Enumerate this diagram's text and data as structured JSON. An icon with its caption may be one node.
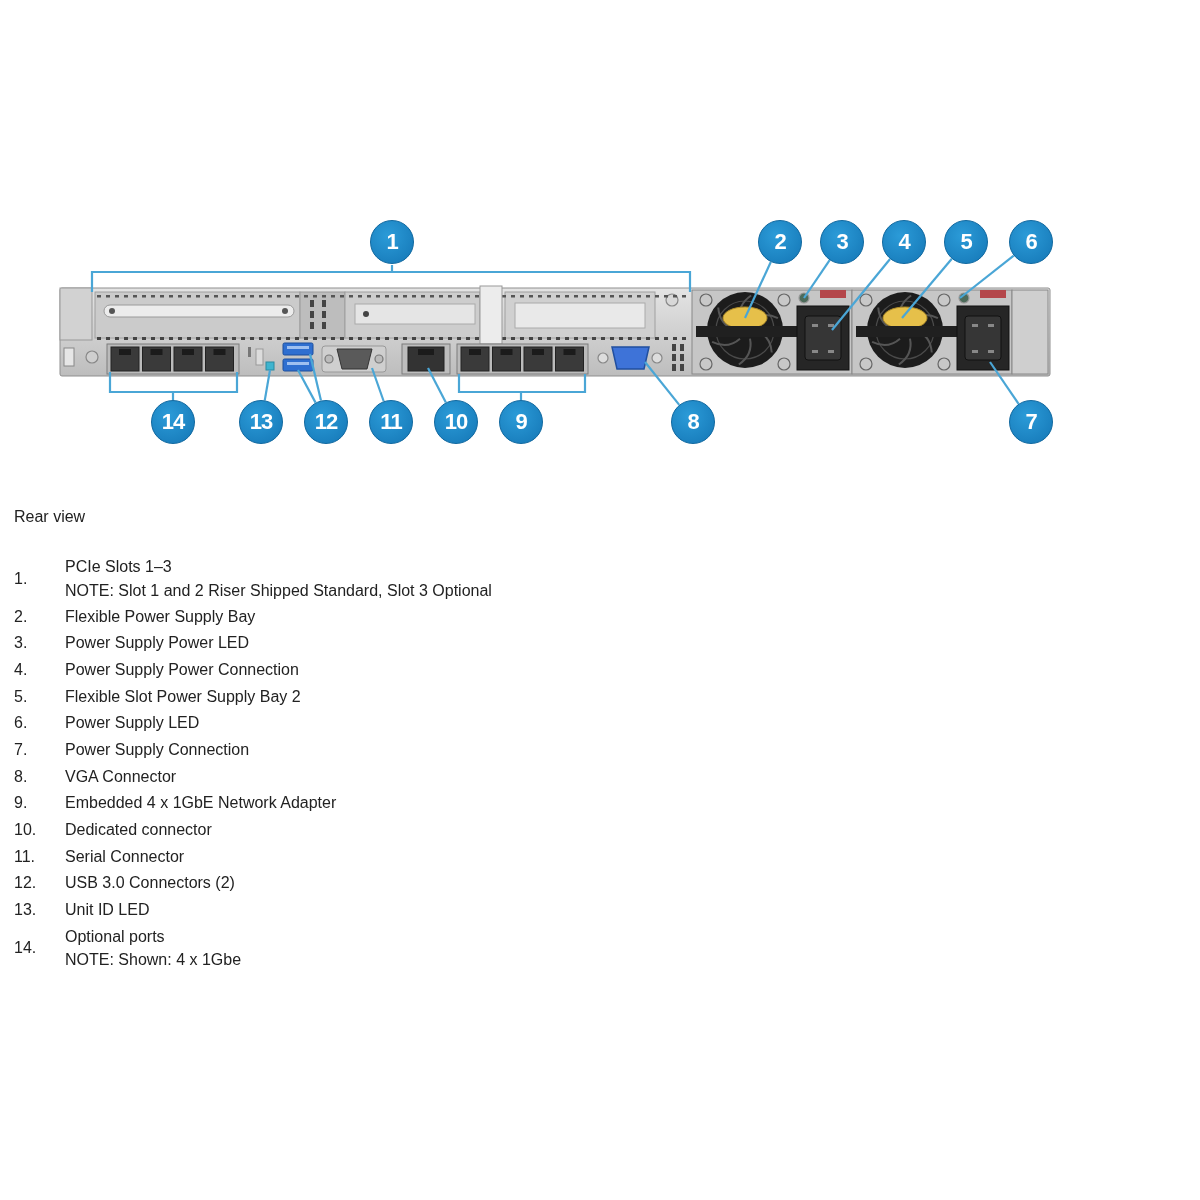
{
  "diagram": {
    "nodes": [
      {
        "text": [
          "1"
        ]
      },
      {
        "text": [
          "2"
        ]
      },
      {
        "text": [
          "3"
        ]
      },
      {
        "text": [
          "4"
        ]
      },
      {
        "text": [
          "5"
        ]
      },
      {
        "text": [
          "6"
        ]
      },
      {
        "text": [
          "7"
        ]
      },
      {
        "text": [
          "8"
        ]
      },
      {
        "text": [
          "9"
        ]
      },
      {
        "text": [
          "10"
        ]
      },
      {
        "text": [
          "11"
        ]
      },
      {
        "text": [
          "12"
        ]
      },
      {
        "text": [
          "13"
        ]
      },
      {
        "text": [
          "14"
        ]
      }
    ],
    "edges": [
      {
        "from": 1,
        "to": null,
        "arrow": "none"
      },
      {
        "from": 2,
        "to": null,
        "arrow": "none"
      },
      {
        "from": 3,
        "to": null,
        "arrow": "none"
      },
      {
        "from": 4,
        "to": null,
        "arrow": "none"
      },
      {
        "from": 5,
        "to": null,
        "arrow": "none"
      },
      {
        "from": 6,
        "to": null,
        "arrow": "none"
      },
      {
        "from": 7,
        "to": null,
        "arrow": "none"
      },
      {
        "from": 9,
        "to": null,
        "arrow": "none"
      },
      {
        "from": 10,
        "to": null,
        "arrow": "none"
      },
      {
        "from": 11,
        "to": null,
        "arrow": "none"
      },
      {
        "from": 11,
        "to": null,
        "arrow": "none"
      },
      {
        "from": 12,
        "to": null,
        "arrow": "none"
      }
    ],
    "labels": [
      "Rear view",
      "1.",
      "PCIe Slots 1–3",
      "NOTE: Slot 1 and 2 Riser Shipped Standard, Slot 3 Optional",
      "2.",
      "Flexible Power Supply Bay",
      "3.",
      "Power Supply Power LED",
      "4.",
      "Power Supply Power Connection",
      "5.",
      "Flexible Slot Power Supply Bay 2",
      "6.",
      "Power Supply LED",
      "7.",
      "Power Supply Connection",
      "8.",
      "VGA Connector",
      "9.",
      "Embedded 4 x 1GbE Network Adapter",
      "10.",
      "Dedicated connector",
      "11.",
      "Serial Connector",
      "12.",
      "USB 3.0 Connectors (2)",
      "13.",
      "Unit ID LED",
      "14.",
      "Optional ports",
      "NOTE: Shown: 4 x 1Gbe"
    ]
  }
}
